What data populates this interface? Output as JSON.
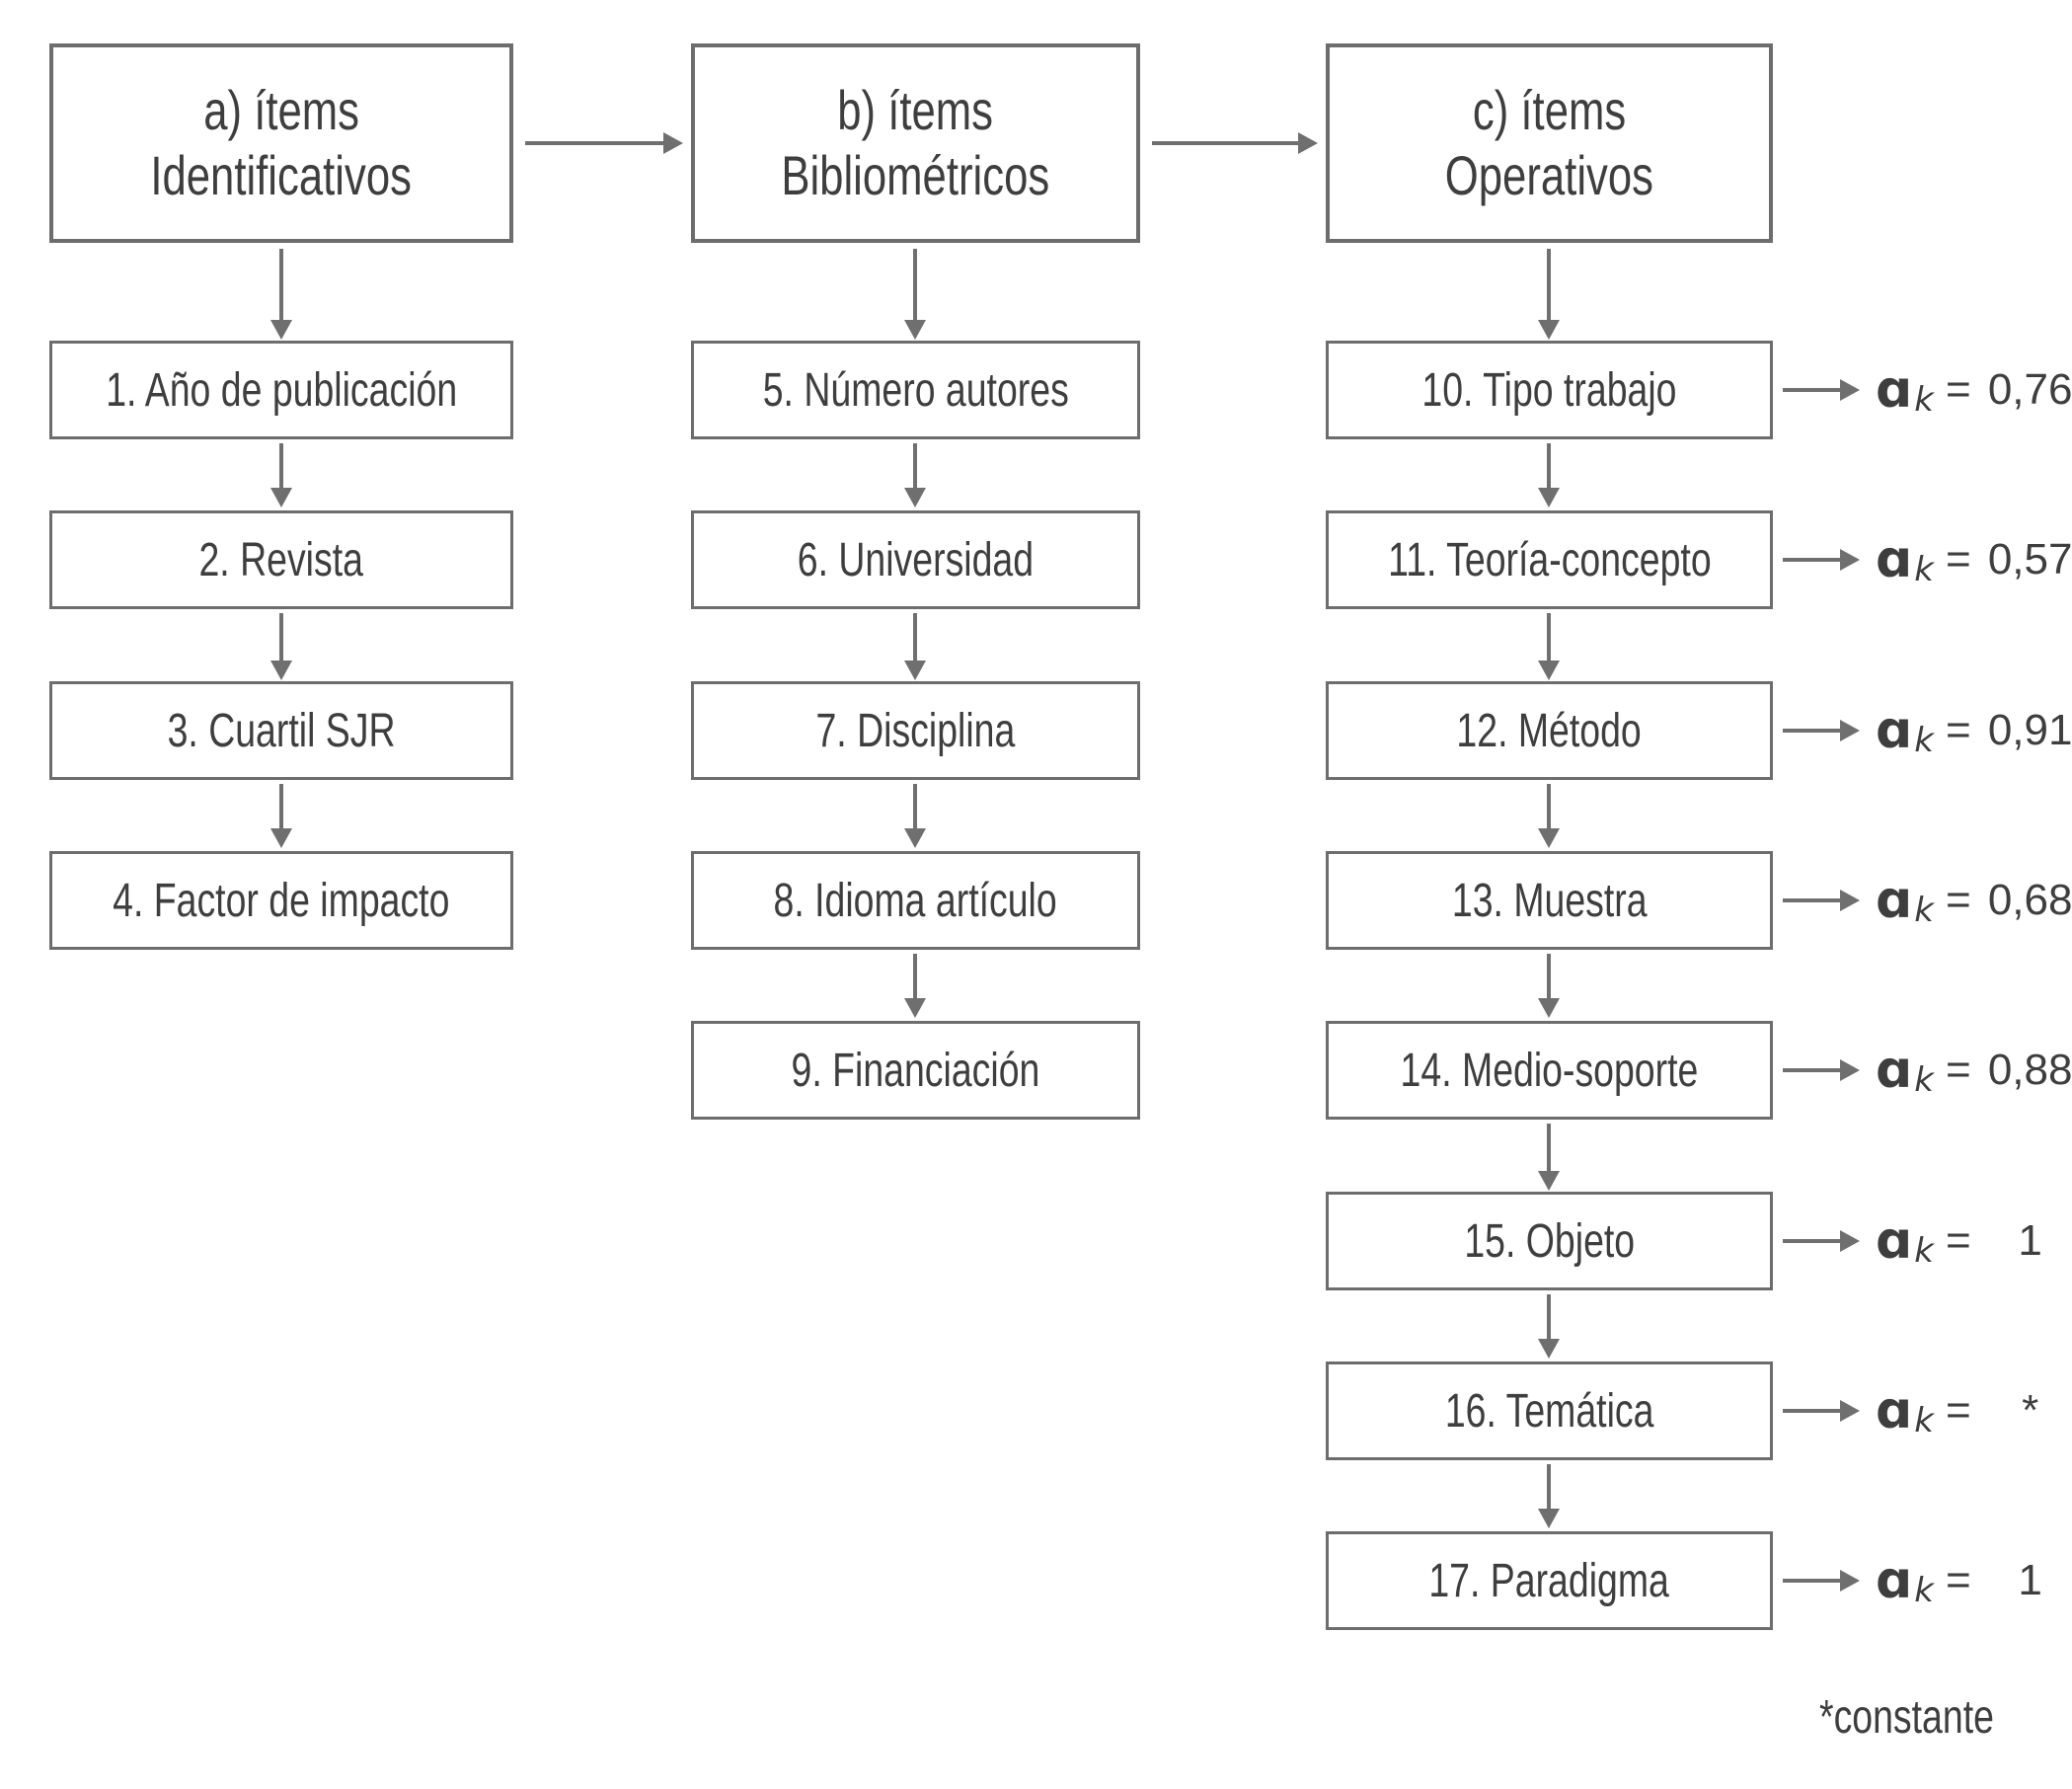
{
  "figure": {
    "colors": {
      "background": "#ffffff",
      "border": "#6d6d6d",
      "text": "#3e3e3e",
      "arrow": "#6f6f6f"
    }
  },
  "columns": [
    {
      "key": "a",
      "header": {
        "line1": "a) ítems",
        "line2": "Identificativos"
      },
      "items": [
        {
          "label": "1. Año de publicación"
        },
        {
          "label": "2. Revista"
        },
        {
          "label": "3. Cuartil SJR"
        },
        {
          "label": "4. Factor de impacto"
        }
      ]
    },
    {
      "key": "b",
      "header": {
        "line1": "b) ítems",
        "line2": "Bibliométricos"
      },
      "items": [
        {
          "label": "5. Número autores"
        },
        {
          "label": "6. Universidad"
        },
        {
          "label": "7. Disciplina"
        },
        {
          "label": "8. Idioma artículo"
        },
        {
          "label": "9. Financiación"
        }
      ]
    },
    {
      "key": "c",
      "header": {
        "line1": "c) ítems",
        "line2": "Operativos"
      },
      "items": [
        {
          "label": "10. Tipo trabajo",
          "alpha": "0,76"
        },
        {
          "label": "11. Teoría-concepto",
          "alpha": "0,57"
        },
        {
          "label": "12. Método",
          "alpha": "0,91"
        },
        {
          "label": "13. Muestra",
          "alpha": "0,68"
        },
        {
          "label": "14. Medio-soporte",
          "alpha": "0,88"
        },
        {
          "label": "15. Objeto",
          "alpha": "1"
        },
        {
          "label": "16. Temática",
          "alpha": "*"
        },
        {
          "label": "17. Paradigma",
          "alpha": "1"
        }
      ]
    }
  ],
  "alpha_notation": {
    "symbol": "ɑ",
    "subscript": "k",
    "equals": "="
  },
  "footnote": "*constante"
}
